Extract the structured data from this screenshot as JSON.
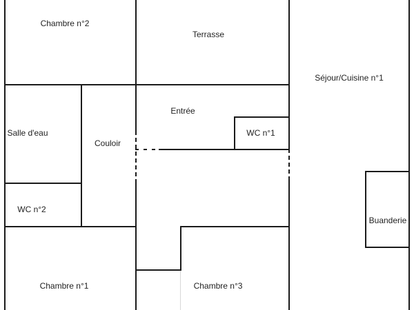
{
  "plan": {
    "type": "floor-plan",
    "wall_color": "#1a1a1a",
    "background": "#ffffff",
    "rooms": [
      {
        "id": "chambre2",
        "label": "Chambre n°2"
      },
      {
        "id": "terrasse",
        "label": "Terrasse"
      },
      {
        "id": "sejour",
        "label": "Séjour/Cuisine n°1"
      },
      {
        "id": "salle-eau",
        "label": "Salle d'eau"
      },
      {
        "id": "couloir",
        "label": "Couloir"
      },
      {
        "id": "entree",
        "label": "Entrée"
      },
      {
        "id": "wc1",
        "label": "WC n°1"
      },
      {
        "id": "wc2",
        "label": "WC n°2"
      },
      {
        "id": "buanderie",
        "label": "Buanderie"
      },
      {
        "id": "chambre1",
        "label": "Chambre n°1"
      },
      {
        "id": "chambre3",
        "label": "Chambre n°3"
      }
    ]
  }
}
